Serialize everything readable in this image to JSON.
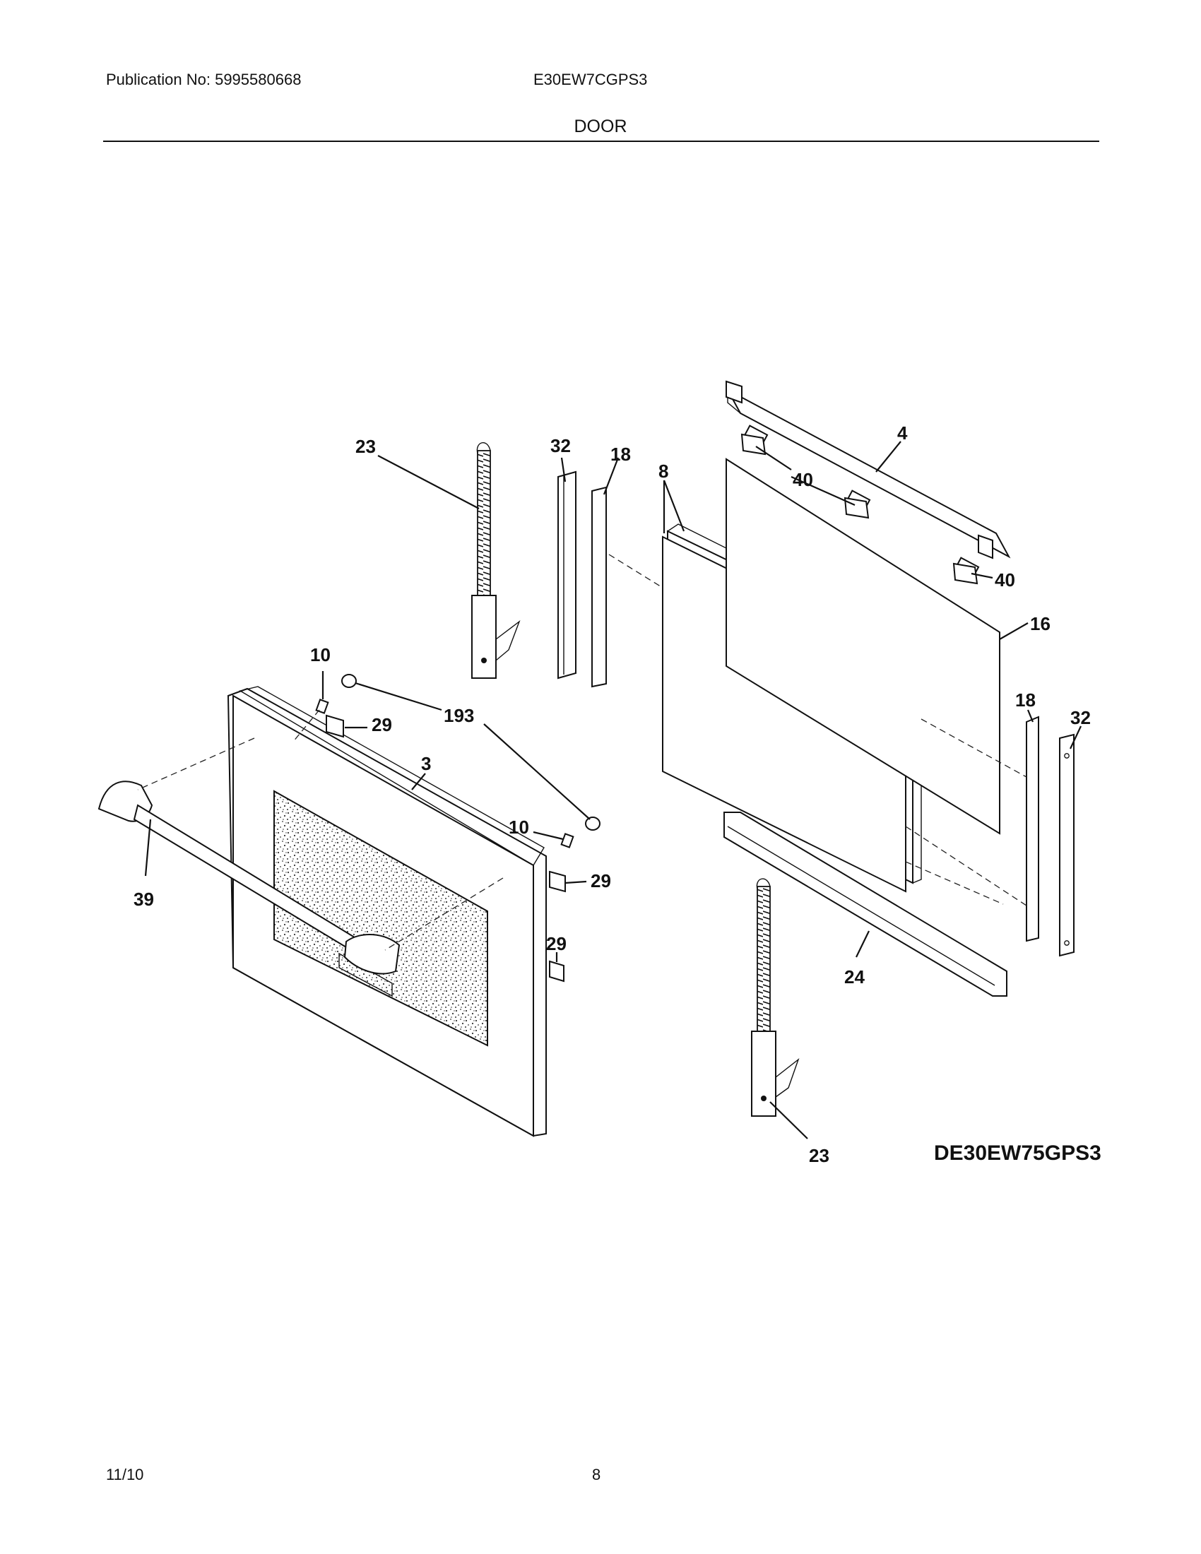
{
  "header": {
    "publication": "Publication No: 5995580668",
    "model": "E30EW7CGPS3",
    "section": "DOOR"
  },
  "footer": {
    "date": "11/10",
    "page": "8"
  },
  "diagram": {
    "drawing_id": "DE30EW75GPS3",
    "callouts": {
      "c23_top": "23",
      "c32_top": "32",
      "c18_top": "18",
      "c8": "8",
      "c4": "4",
      "c40_a": "40",
      "c40_b": "40",
      "c16": "16",
      "c10_top": "10",
      "c193": "193",
      "c29_a": "29",
      "c3": "3",
      "c18_right": "18",
      "c32_right": "32",
      "c10_mid": "10",
      "c29_b": "29",
      "c29_c": "29",
      "c39": "39",
      "c24": "24",
      "c23_bottom": "23"
    }
  }
}
